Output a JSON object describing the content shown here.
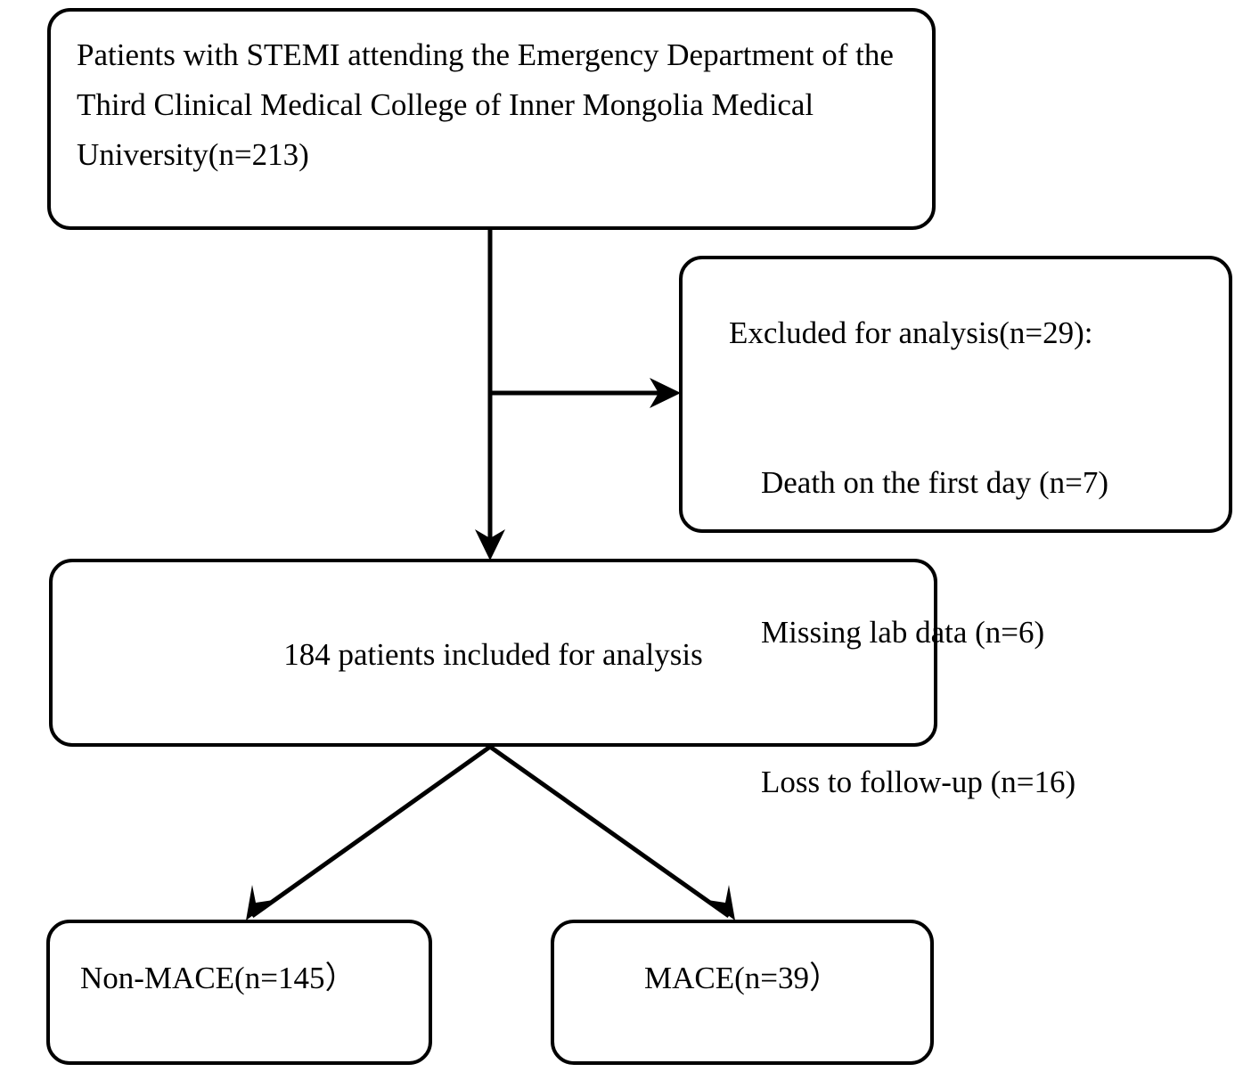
{
  "diagram": {
    "type": "flowchart",
    "title": "STEMI patient enrollment flow diagram",
    "orientation": "top-to-bottom",
    "stroke_color": "#000000",
    "fill_color": "#ffffff",
    "text_color": "#000000"
  },
  "nodes": {
    "source": {
      "id": "source",
      "shape": "rounded-rectangle",
      "text": "Patients with STEMI attending the Emergency Department of the Third Clinical Medical College of Inner Mongolia Medical University(n=213)",
      "n": 213
    },
    "excluded": {
      "id": "excluded",
      "shape": "rounded-rectangle",
      "heading": "Excluded for analysis(n=29):",
      "n": 29,
      "reasons": [
        "Death on the first day (n=7)",
        "Missing lab data (n=6)",
        "Loss to follow-up (n=16)"
      ]
    },
    "included": {
      "id": "included",
      "shape": "rounded-rectangle",
      "text": "184 patients included for analysis",
      "n": 184
    },
    "non_mace": {
      "id": "non-mace",
      "shape": "rounded-rectangle",
      "text": "Non-MACE(n=145）",
      "n": 145
    },
    "mace": {
      "id": "mace",
      "shape": "rounded-rectangle",
      "text": "MACE(n=39）",
      "n": 39
    }
  },
  "edges": [
    {
      "from": "source",
      "to": "excluded",
      "style": "elbow-right-arrow"
    },
    {
      "from": "source",
      "to": "included",
      "style": "straight-down-arrow"
    },
    {
      "from": "included",
      "to": "non_mace",
      "style": "diagonal-down-left-arrow"
    },
    {
      "from": "included",
      "to": "mace",
      "style": "diagonal-down-right-arrow"
    }
  ]
}
